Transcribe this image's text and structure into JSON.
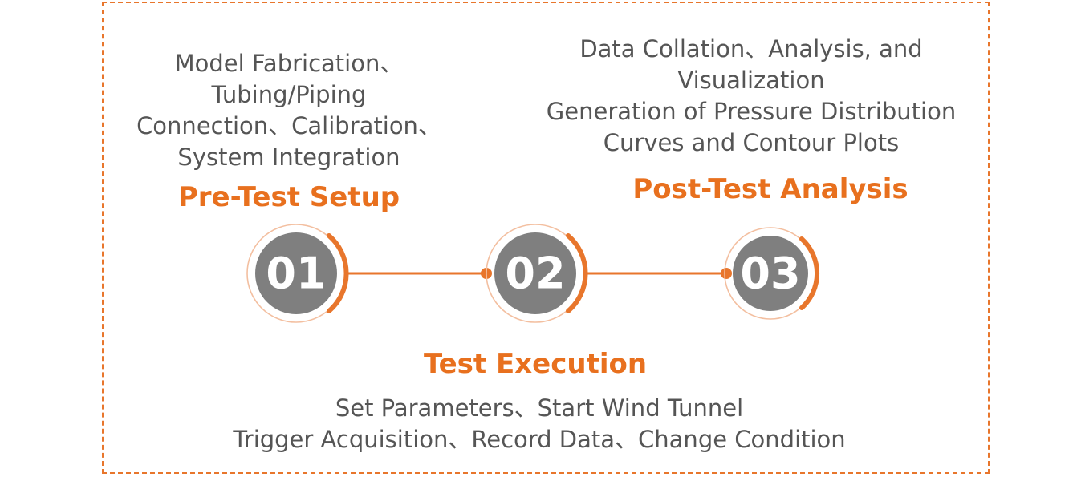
{
  "colors": {
    "accent": "#e8762c",
    "circle": "#7f7f7f",
    "text": "#555555"
  },
  "steps": [
    {
      "number": "01",
      "title": "Pre-Test Setup",
      "lines": [
        "Model Fabrication、",
        "Tubing/Piping",
        "Connection、Calibration、",
        "System Integration"
      ]
    },
    {
      "number": "02",
      "title": "Test Execution",
      "lines": [
        "Set Parameters、Start Wind Tunnel",
        "Trigger Acquisition、Record Data、Change Condition"
      ]
    },
    {
      "number": "03",
      "title": "Post-Test Analysis",
      "lines": [
        "Data Collation、Analysis, and",
        "Visualization",
        "Generation of Pressure Distribution",
        "Curves and Contour Plots"
      ]
    }
  ]
}
